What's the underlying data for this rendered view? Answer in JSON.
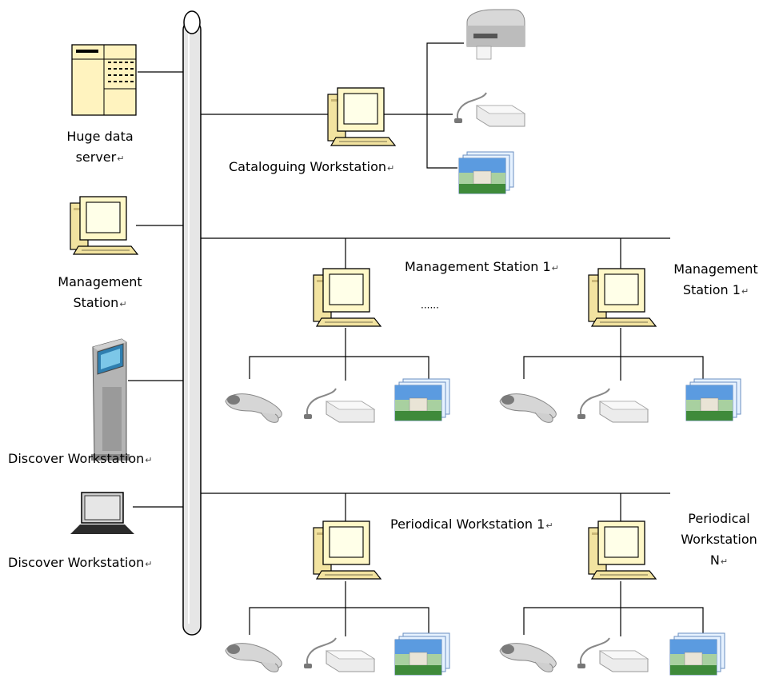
{
  "labels": {
    "huge_server_line1": "Huge data",
    "huge_server_line2": "server",
    "cataloguing": "Cataloguing Workstation",
    "management_left_line1": "Management",
    "management_left_line2": "Station",
    "management_station_mid": "Management Station 1",
    "management_right_line1": "Management",
    "management_right_line2": "Station 1",
    "ellipsis": "······",
    "discover_kiosk": "Discover Workstation",
    "discover_laptop": "Discover Workstation",
    "periodical_mid": "Periodical Workstation 1",
    "periodical_right_line1": "Periodical",
    "periodical_right_line2": "Workstation",
    "periodical_right_line3": "N"
  },
  "return_mark": "↵",
  "icons": [
    "server-icon",
    "computer-icon",
    "kiosk-icon",
    "laptop-icon",
    "label-printer-icon",
    "card-reader-icon",
    "barcode-scanner-icon",
    "library-card-icon"
  ],
  "colors": {
    "line": "#000000",
    "monitor": "#fff8c8",
    "tower": "#f2e3a0",
    "backbone": "#e6e6e6"
  }
}
